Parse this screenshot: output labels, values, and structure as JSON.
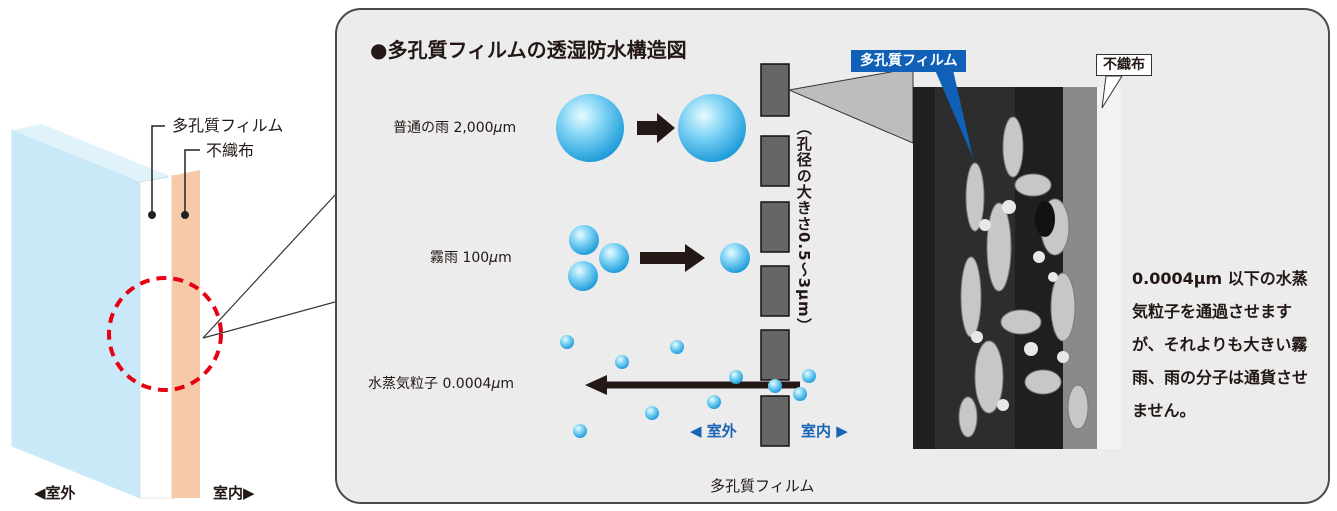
{
  "wall": {
    "label_film": "多孔質フィルム",
    "label_nonwoven": "不織布",
    "outdoor": "◀室外",
    "indoor": "室内▶"
  },
  "panel": {
    "title": "●多孔質フィルムの透湿防水構造図",
    "rows": [
      {
        "label": "普通の雨 2,000",
        "unit": "μ",
        "unit_tail": "m"
      },
      {
        "label": "霧雨 100",
        "unit": "μ",
        "unit_tail": "m"
      },
      {
        "label": "水蒸気粒子 0.0004",
        "unit": "μ",
        "unit_tail": "m"
      }
    ],
    "pore_size": "（孔径の大きさ0.5〜3μm）",
    "dir_outdoor": "◀ 室外",
    "dir_indoor": "室内 ▶",
    "film_caption": "多孔質フィルム",
    "photo_tag_film": "多孔質フィルム",
    "photo_tag_nonwoven": "不織布",
    "explanation": "0.0004μm 以下の水蒸気粒子を通過させますが、それよりも大きい霧雨、雨の分子は通貨させません。"
  },
  "colors": {
    "outer_layer": "#c9e9f8",
    "film": "#ffffff",
    "nonwoven": "#f6c9a8",
    "drop_light": "#c8f0ff",
    "drop_dark": "#1d9bd9",
    "accent_blue": "#1060b8",
    "circle_red": "#e60012"
  }
}
